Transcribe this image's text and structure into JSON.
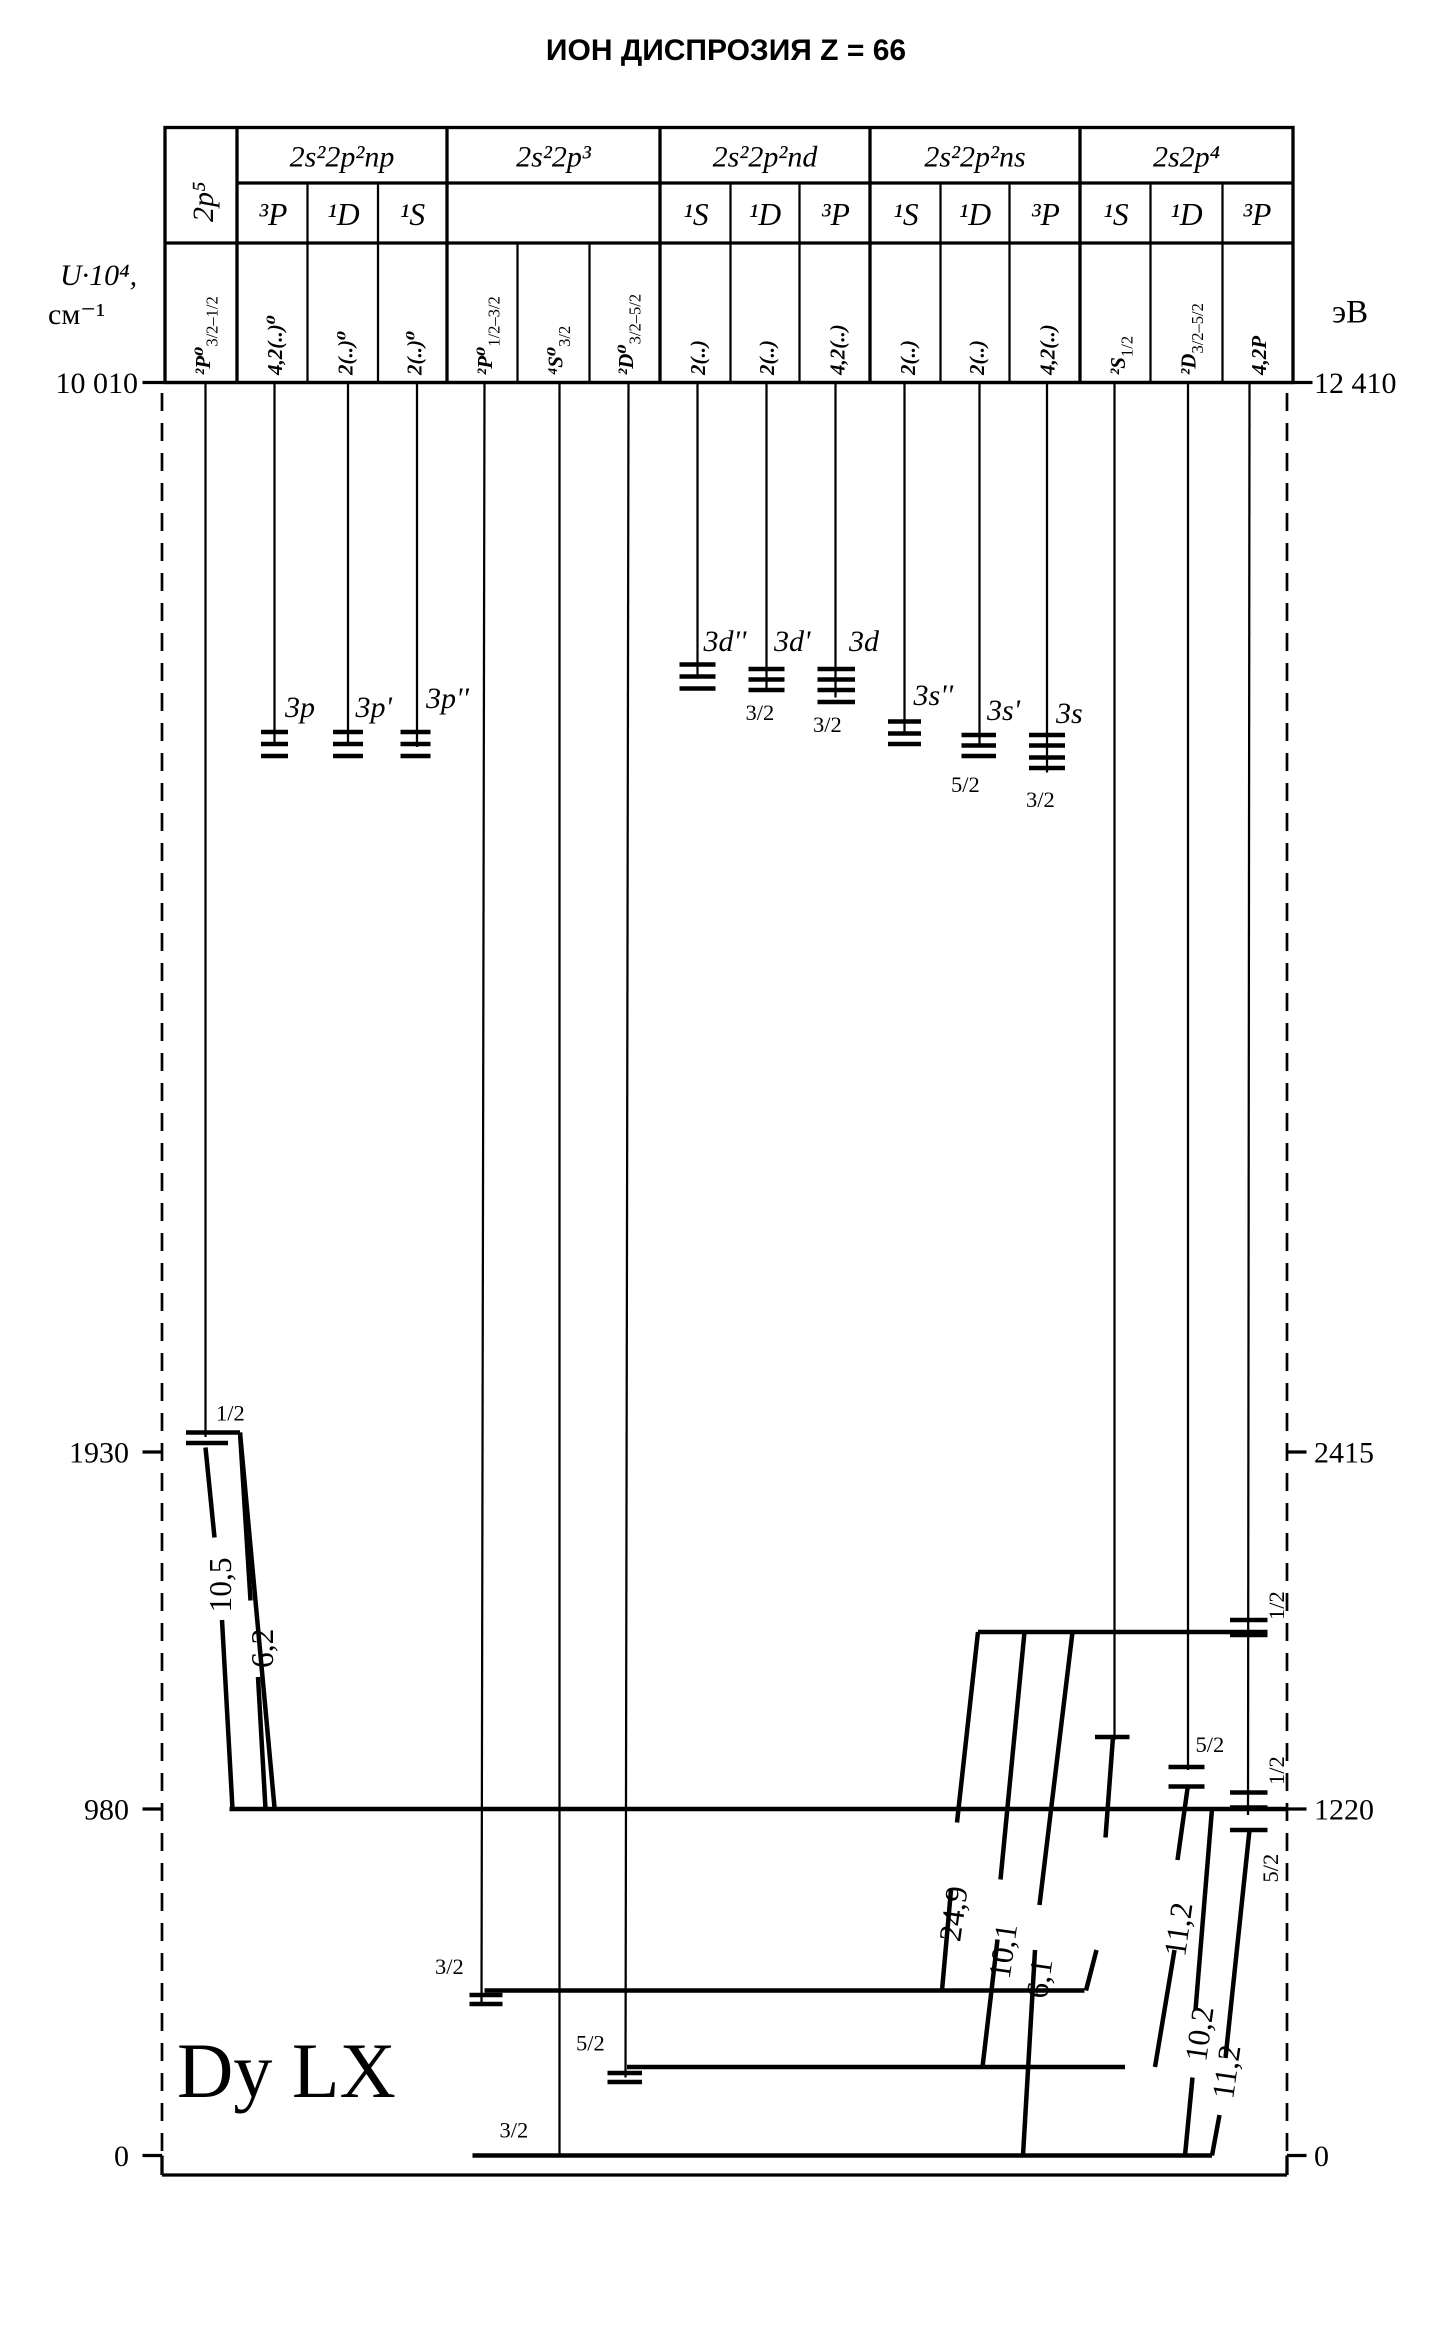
{
  "title": "ИОН ДИСПРОЗИЯ  Z = 66",
  "axis_left": {
    "label1": "U·10⁴,",
    "label2": "см⁻¹",
    "ticks": [
      "10 010",
      "1930",
      "980",
      "0"
    ]
  },
  "axis_right": {
    "label": "эВ",
    "ticks": [
      "12 410",
      "2415",
      "1220",
      "0"
    ]
  },
  "configs": [
    "2p⁵",
    "2s²2p²np",
    "2s²2p³",
    "2s²2p²nd",
    "2s²2p²ns",
    "2s2p⁴"
  ],
  "terms": {
    "np": [
      "³P",
      "¹D",
      "¹S"
    ],
    "nd": [
      "¹S",
      "¹D",
      "³P"
    ],
    "ns": [
      "¹S",
      "¹D",
      "³P"
    ],
    "p4": [
      "¹S",
      "¹D",
      "³P"
    ]
  },
  "states": [
    {
      "main": "²P⁰",
      "sub": "3/2–1/2"
    },
    {
      "main": "4,2(..)⁰",
      "sub": ""
    },
    {
      "main": "2(..)⁰",
      "sub": ""
    },
    {
      "main": "2(..)⁰",
      "sub": ""
    },
    {
      "main": "²P⁰",
      "sub": "1/2–3/2"
    },
    {
      "main": "⁴S⁰",
      "sub": "3/2"
    },
    {
      "main": "²D⁰",
      "sub": "3/2–5/2"
    },
    {
      "main": "2(..)",
      "sub": ""
    },
    {
      "main": "2(..)",
      "sub": ""
    },
    {
      "main": "4,2(..)",
      "sub": ""
    },
    {
      "main": "2(..)",
      "sub": ""
    },
    {
      "main": "2(..)",
      "sub": ""
    },
    {
      "main": "4,2(..)",
      "sub": ""
    },
    {
      "main": "²S",
      "sub": "1/2"
    },
    {
      "main": "²D",
      "sub": "3/2–5/2"
    },
    {
      "main": "4,2P",
      "sub": ""
    }
  ],
  "level_labels": {
    "np": [
      "3p",
      "3p'",
      "3p''"
    ],
    "nd": [
      "3d''",
      "3d'",
      "3d"
    ],
    "nd_j": [
      "3/2",
      "3/2"
    ],
    "ns": [
      "3s''",
      "3s'",
      "3s"
    ],
    "ns_j": [
      "5/2",
      "3/2"
    ]
  },
  "j_labels": {
    "p5": "1/2",
    "p3_a": "3/2",
    "p3_b": "5/2",
    "p3_ground": "3/2",
    "p4_d": "5/2",
    "p4_p_top": "1/2",
    "p4_p_mid": "1/2",
    "p4_p_bot": "5/2"
  },
  "transitions": [
    "10,5",
    "6,2",
    "24,9",
    "10,1",
    "6,1",
    "11,2",
    "10,2",
    "11,2"
  ],
  "ion": "Dy LX"
}
